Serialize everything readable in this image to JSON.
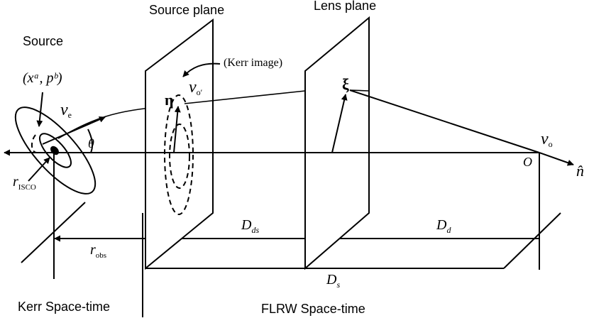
{
  "labels": {
    "source": "Source",
    "source_plane": "Source plane",
    "lens_plane": "Lens plane",
    "kerr_image": "(Kerr image)",
    "source_coords": "(xᵃ, pᵇ)",
    "nu_e": "ν",
    "nu_e_sub": "e",
    "nu_oprime": "ν",
    "nu_oprime_sub": "o′",
    "nu_o": "ν",
    "nu_o_sub": "o",
    "eta": "η",
    "xi": "ξ",
    "theta": "θ",
    "observer": "O",
    "n_hat": "n̂",
    "r_isco": "r",
    "r_isco_sub": "ISCO",
    "r_obs": "r",
    "r_obs_sub": "obs",
    "D_ds": "D",
    "D_ds_sub": "ds",
    "D_d": "D",
    "D_d_sub": "d",
    "D_s": "D",
    "D_s_sub": "s",
    "kerr_spacetime": "Kerr Space-time",
    "flrw_spacetime": "FLRW Space-time"
  }
}
